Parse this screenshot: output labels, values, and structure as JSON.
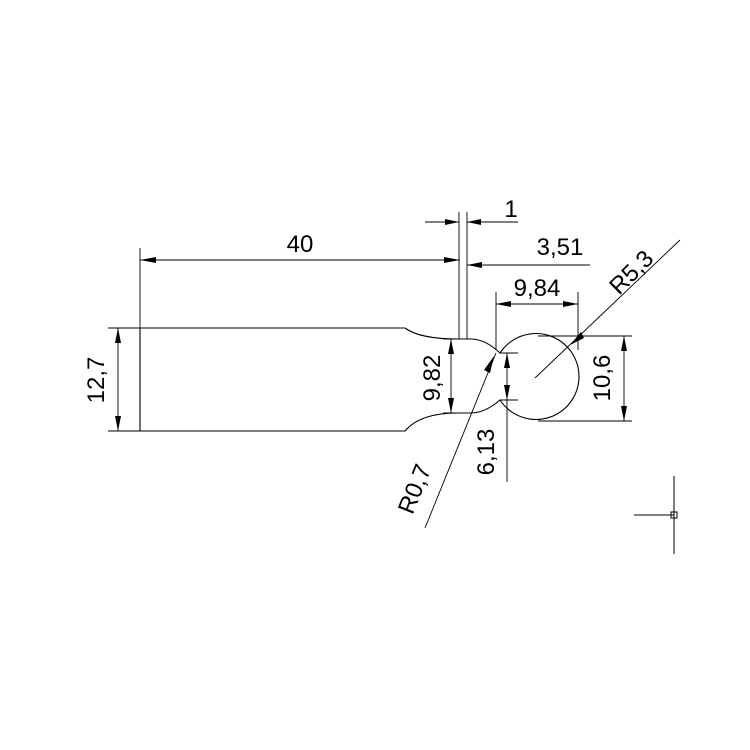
{
  "dimensions": {
    "length": "40",
    "height": "12,7",
    "neck_width": "1",
    "offset": "3,51",
    "head_span": "9,84",
    "radius_head": "R5,3",
    "neck_height": "9,82",
    "head_diameter": "10,6",
    "throat": "6,13",
    "radius_fillet": "R0,7"
  }
}
